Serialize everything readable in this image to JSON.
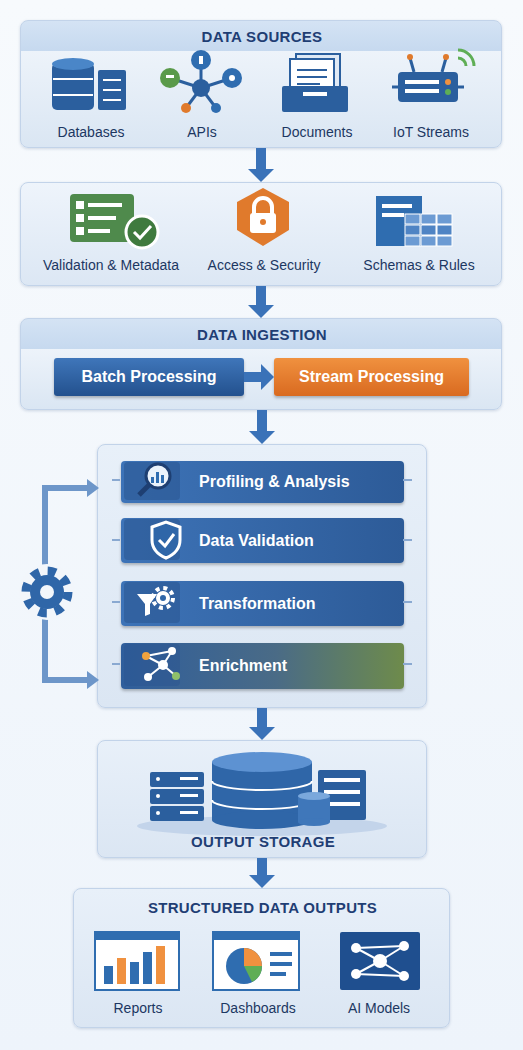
{
  "diagram": {
    "nodes": [
      {
        "text": [
          "DATA SOURCES",
          "Databases",
          "APIs",
          "Documents",
          "IoT Streams"
        ]
      },
      {
        "text": [
          "Validation & Metadata",
          "Access & Security",
          "Schemas & Rules"
        ]
      },
      {
        "text": [
          "DATA INGESTION"
        ]
      },
      {
        "text": [
          "Batch Processing"
        ],
        "in": 2
      },
      {
        "text": [
          "Stream Processing"
        ],
        "in": 2
      },
      {
        "text": []
      },
      {
        "text": [
          "Profiling & Analysis"
        ],
        "in": 5
      },
      {
        "text": [
          "Data Validation"
        ],
        "in": 5
      },
      {
        "text": [
          "Transformation"
        ],
        "in": 5
      },
      {
        "text": [
          "Enrichment"
        ],
        "in": 5
      },
      {
        "text": [
          "OUTPUT STORAGE"
        ]
      },
      {
        "text": [
          "STRUCTURED DATA OUTPUTS",
          "Reports",
          "Dashboards",
          "AI Models"
        ]
      }
    ],
    "edges": [
      {
        "from": 0,
        "to": 1,
        "arrow": "to"
      },
      {
        "from": 1,
        "to": 2,
        "arrow": "to"
      },
      {
        "from": 3,
        "to": 4,
        "arrow": "to"
      },
      {
        "from": 2,
        "to": 5,
        "arrow": "to"
      },
      {
        "from": 5,
        "to": 10,
        "arrow": "to"
      },
      {
        "from": 10,
        "to": 11,
        "arrow": "to"
      }
    ]
  }
}
